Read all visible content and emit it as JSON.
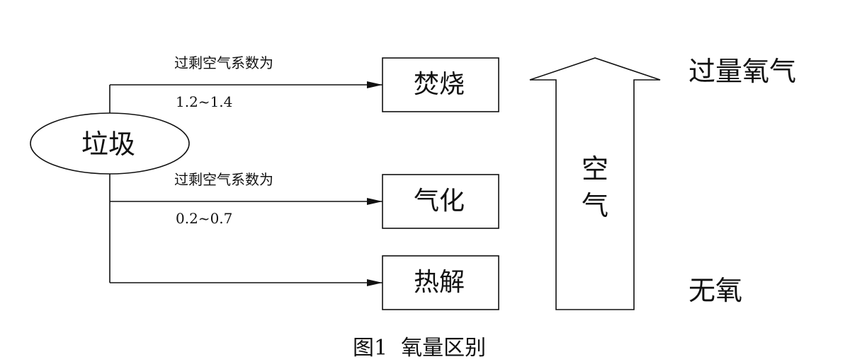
{
  "source_node": {
    "label": "垃圾"
  },
  "processes": [
    {
      "label": "焚烧",
      "ratio_caption": "过剩空气系数为",
      "ratio_value": "1.2~1.4"
    },
    {
      "label": "气化",
      "ratio_caption": "过剩空气系数为",
      "ratio_value": "0.2~0.7"
    },
    {
      "label": "热解"
    }
  ],
  "air_arrow": {
    "label_line1": "空",
    "label_line2": "气"
  },
  "scale": {
    "top": "过量氧气",
    "bottom": "无氧"
  },
  "caption": "图1  氧量区别"
}
